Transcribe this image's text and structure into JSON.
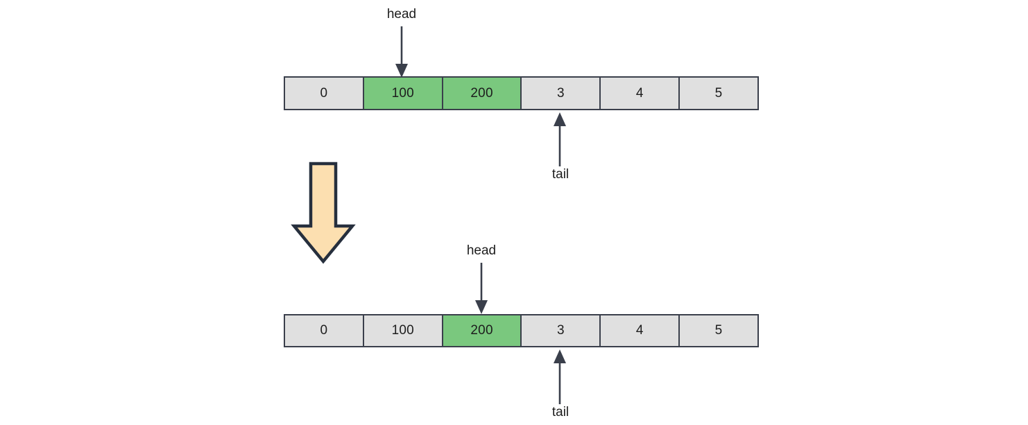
{
  "diagram": {
    "title": "circular-queue-dequeue-step",
    "background_color": "#ffffff",
    "colors": {
      "cell_default": "#E0E0E0",
      "cell_highlight": "#7AC87E",
      "border": "#3A3F4B",
      "big_arrow_fill": "#FCDFB0",
      "big_arrow_stroke": "#262F3D",
      "text": "#1d1d1d"
    }
  },
  "before": {
    "name": "before-state",
    "cells": [
      {
        "value": "0",
        "highlight": false
      },
      {
        "value": "100",
        "highlight": true
      },
      {
        "value": "200",
        "highlight": true
      },
      {
        "value": "3",
        "highlight": false
      },
      {
        "value": "4",
        "highlight": false
      },
      {
        "value": "5",
        "highlight": false
      }
    ],
    "head": {
      "label": "head",
      "index": 1
    },
    "tail": {
      "label": "tail",
      "index": 3
    }
  },
  "transition": {
    "name": "down-arrow",
    "direction": "down"
  },
  "after": {
    "name": "after-state",
    "cells": [
      {
        "value": "0",
        "highlight": false
      },
      {
        "value": "100",
        "highlight": false
      },
      {
        "value": "200",
        "highlight": true
      },
      {
        "value": "3",
        "highlight": false
      },
      {
        "value": "4",
        "highlight": false
      },
      {
        "value": "5",
        "highlight": false
      }
    ],
    "head": {
      "label": "head",
      "index": 2
    },
    "tail": {
      "label": "tail",
      "index": 3
    }
  }
}
